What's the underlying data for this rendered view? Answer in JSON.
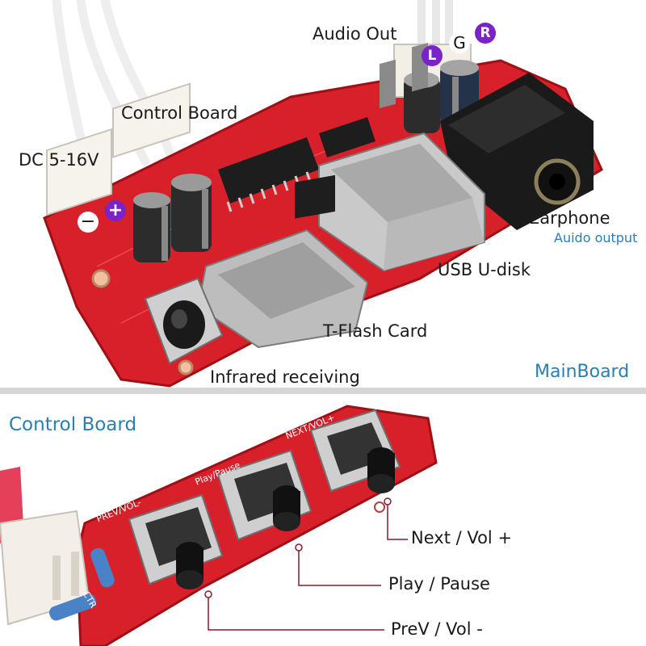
{
  "main": {
    "audio_out": "Audio Out",
    "pin_l": "L",
    "pin_g": "G",
    "pin_r": "R",
    "control_board": "Control Board",
    "dc": "DC 5-16V",
    "earphone": "Earphone",
    "audio_output": "Auido output",
    "usb": "USB U-disk",
    "tflash": "T-Flash Card",
    "infrared": "Infrared receiving",
    "panel_title": "MainBoard",
    "plus": "+",
    "minus": "−"
  },
  "control": {
    "panel_title": "Control Board",
    "next": "Next / Vol +",
    "play": "Play / Pause",
    "prev": "PreV / Vol -",
    "silk_prev": "PREV/VOL-",
    "silk_play": "Play/Pause",
    "silk_next": "NEXT/VOL+",
    "silk_ctr": "CTR"
  },
  "colors": {
    "pcb_red": "#d8202a",
    "label_blue": "#2a7fb3",
    "pin_purple": "#7b22c9"
  }
}
